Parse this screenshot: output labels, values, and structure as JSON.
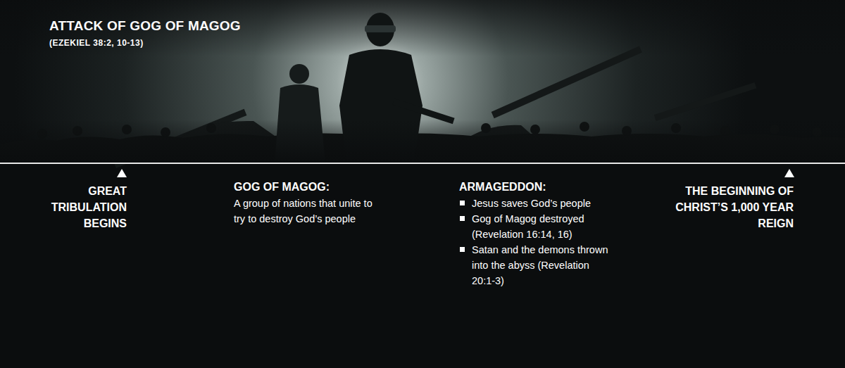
{
  "diagram": {
    "title": "ATTACK OF GOG OF MAGOG",
    "labels": [
      "(EZEKIEL 38:2, 10-13)",
      "GREAT TRIBULATION BEGINS",
      "GOG OF MAGOG:",
      "A group of nations that unite to try to destroy God’s people",
      "ARMAGEDDON:",
      "Jesus saves God’s people",
      "Gog of Magog destroyed (Revelation 16:14, 16)",
      "Satan and the demons thrown into the abyss (Revelation 20:1-3)",
      "THE BEGINNING OF CHRIST’S 1,000 YEAR REIGN"
    ]
  }
}
